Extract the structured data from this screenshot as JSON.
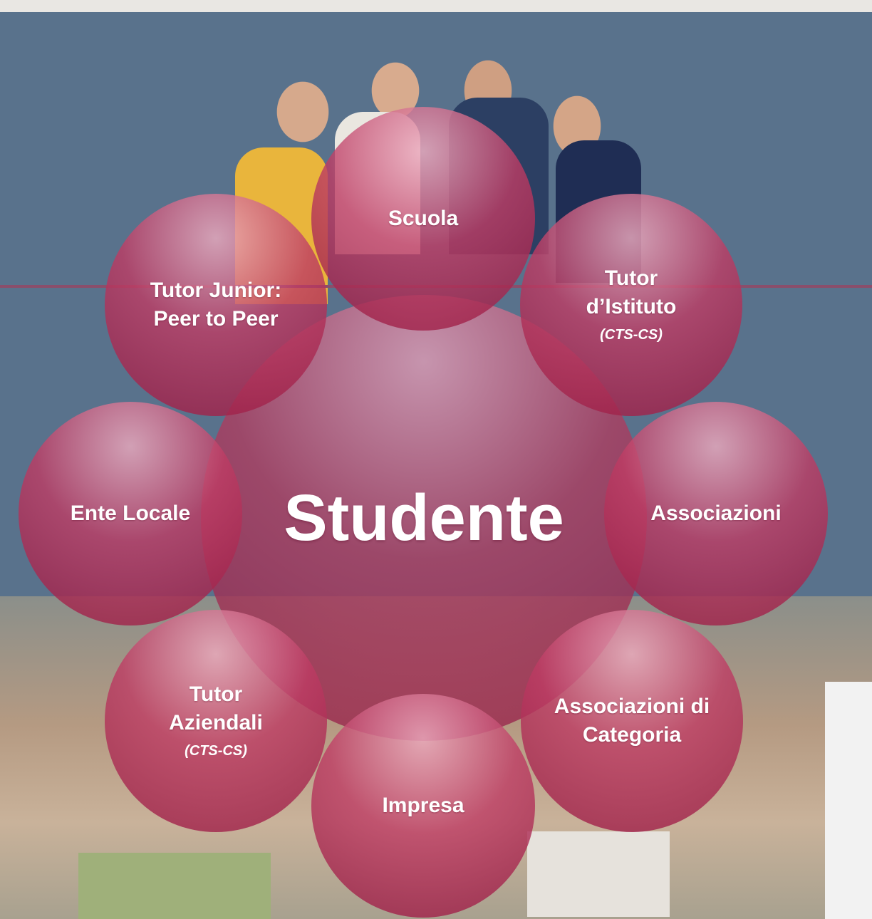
{
  "diagram": {
    "center": {
      "label": "Studente"
    },
    "nodes": [
      {
        "id": "scuola",
        "label": "Scuola",
        "sub": ""
      },
      {
        "id": "tutor-istituto",
        "label": "Tutor d’Istituto",
        "sub": "(CTS-CS)"
      },
      {
        "id": "associazioni",
        "label": "Associazioni",
        "sub": ""
      },
      {
        "id": "associazioni-categoria",
        "label": "Associazioni di Categoria",
        "sub": ""
      },
      {
        "id": "impresa",
        "label": "Impresa",
        "sub": ""
      },
      {
        "id": "tutor-aziendali",
        "label": "Tutor Aziendali",
        "sub": "(CTS-CS)"
      },
      {
        "id": "ente-locale",
        "label": "Ente Locale",
        "sub": ""
      },
      {
        "id": "tutor-junior",
        "label": "Tutor Junior: Peer to Peer",
        "sub": ""
      }
    ]
  },
  "colors": {
    "background_blue": "#59728c",
    "circle_crimson": "#9e1f4a",
    "divider_line": "#8a4e6b"
  }
}
